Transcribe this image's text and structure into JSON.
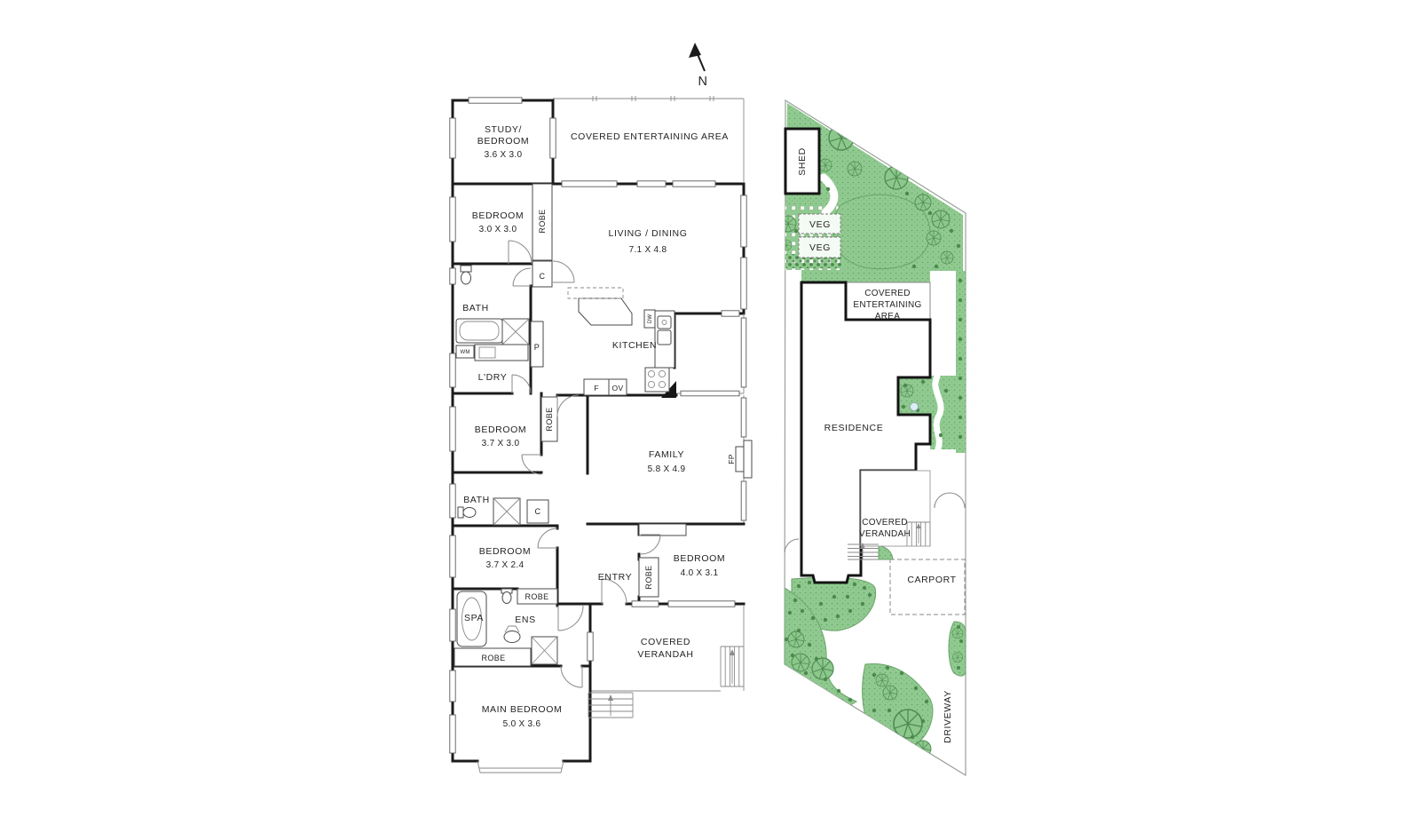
{
  "north": {
    "label": "N"
  },
  "floorplan": {
    "rooms": {
      "study": {
        "line1": "STUDY/",
        "line2": "BEDROOM",
        "dims": "3.6 X 3.0"
      },
      "covered_entertaining": {
        "line1": "COVERED ENTERTAINING AREA"
      },
      "bedroom2": {
        "line1": "BEDROOM",
        "dims": "3.0 X 3.0"
      },
      "living_dining": {
        "line1": "LIVING / DINING",
        "dims": "7.1 X 4.8"
      },
      "bath1": {
        "line1": "BATH"
      },
      "kitchen": {
        "line1": "KITCHEN"
      },
      "laundry": {
        "line1": "L'DRY"
      },
      "bedroom3": {
        "line1": "BEDROOM",
        "dims": "3.7 X 3.0"
      },
      "family": {
        "line1": "FAMILY",
        "dims": "5.8 X 4.9"
      },
      "bath2": {
        "line1": "BATH"
      },
      "bedroom4": {
        "line1": "BEDROOM",
        "dims": "3.7 X 2.4"
      },
      "entry": {
        "line1": "ENTRY"
      },
      "bedroom5": {
        "line1": "BEDROOM",
        "dims": "4.0 X 3.1"
      },
      "spa": {
        "line1": "SPA"
      },
      "ensuite": {
        "line1": "ENS"
      },
      "covered_verandah": {
        "line1": "COVERED",
        "line2": "VERANDAH"
      },
      "main_bedroom": {
        "line1": "MAIN BEDROOM",
        "dims": "5.0 X 3.6"
      }
    },
    "fixtures": {
      "robe_hall": "ROBE",
      "closet_hall": "C",
      "pantry": "P",
      "washing_machine": "WM",
      "dishwasher": "DW",
      "fridge": "F",
      "oven": "OV",
      "fireplace": "FP",
      "robe_bedroom3": "ROBE",
      "closet_bath2": "C",
      "robe_bedroom4": "ROBE",
      "robe_bedroom5": "ROBE",
      "robe_ensuite": "ROBE"
    }
  },
  "siteplan": {
    "labels": {
      "shed": "SHED",
      "veg_bed_1": "VEG",
      "veg_bed_2": "VEG",
      "covered_entertaining_1": "COVERED",
      "covered_entertaining_2": "ENTERTAINING",
      "covered_entertaining_3": "AREA",
      "residence": "RESIDENCE",
      "covered_verandah_1": "COVERED",
      "covered_verandah_2": "VERANDAH",
      "carport": "CARPORT",
      "driveway": "DRIVEWAY"
    },
    "colors": {
      "garden_green": "#90CA90",
      "garden_dot_green": "#4C8A4C",
      "tree_outline_green": "#4E8A52",
      "boundary_grey": "#9AA29A",
      "wall_black": "#1B1B1B"
    }
  }
}
